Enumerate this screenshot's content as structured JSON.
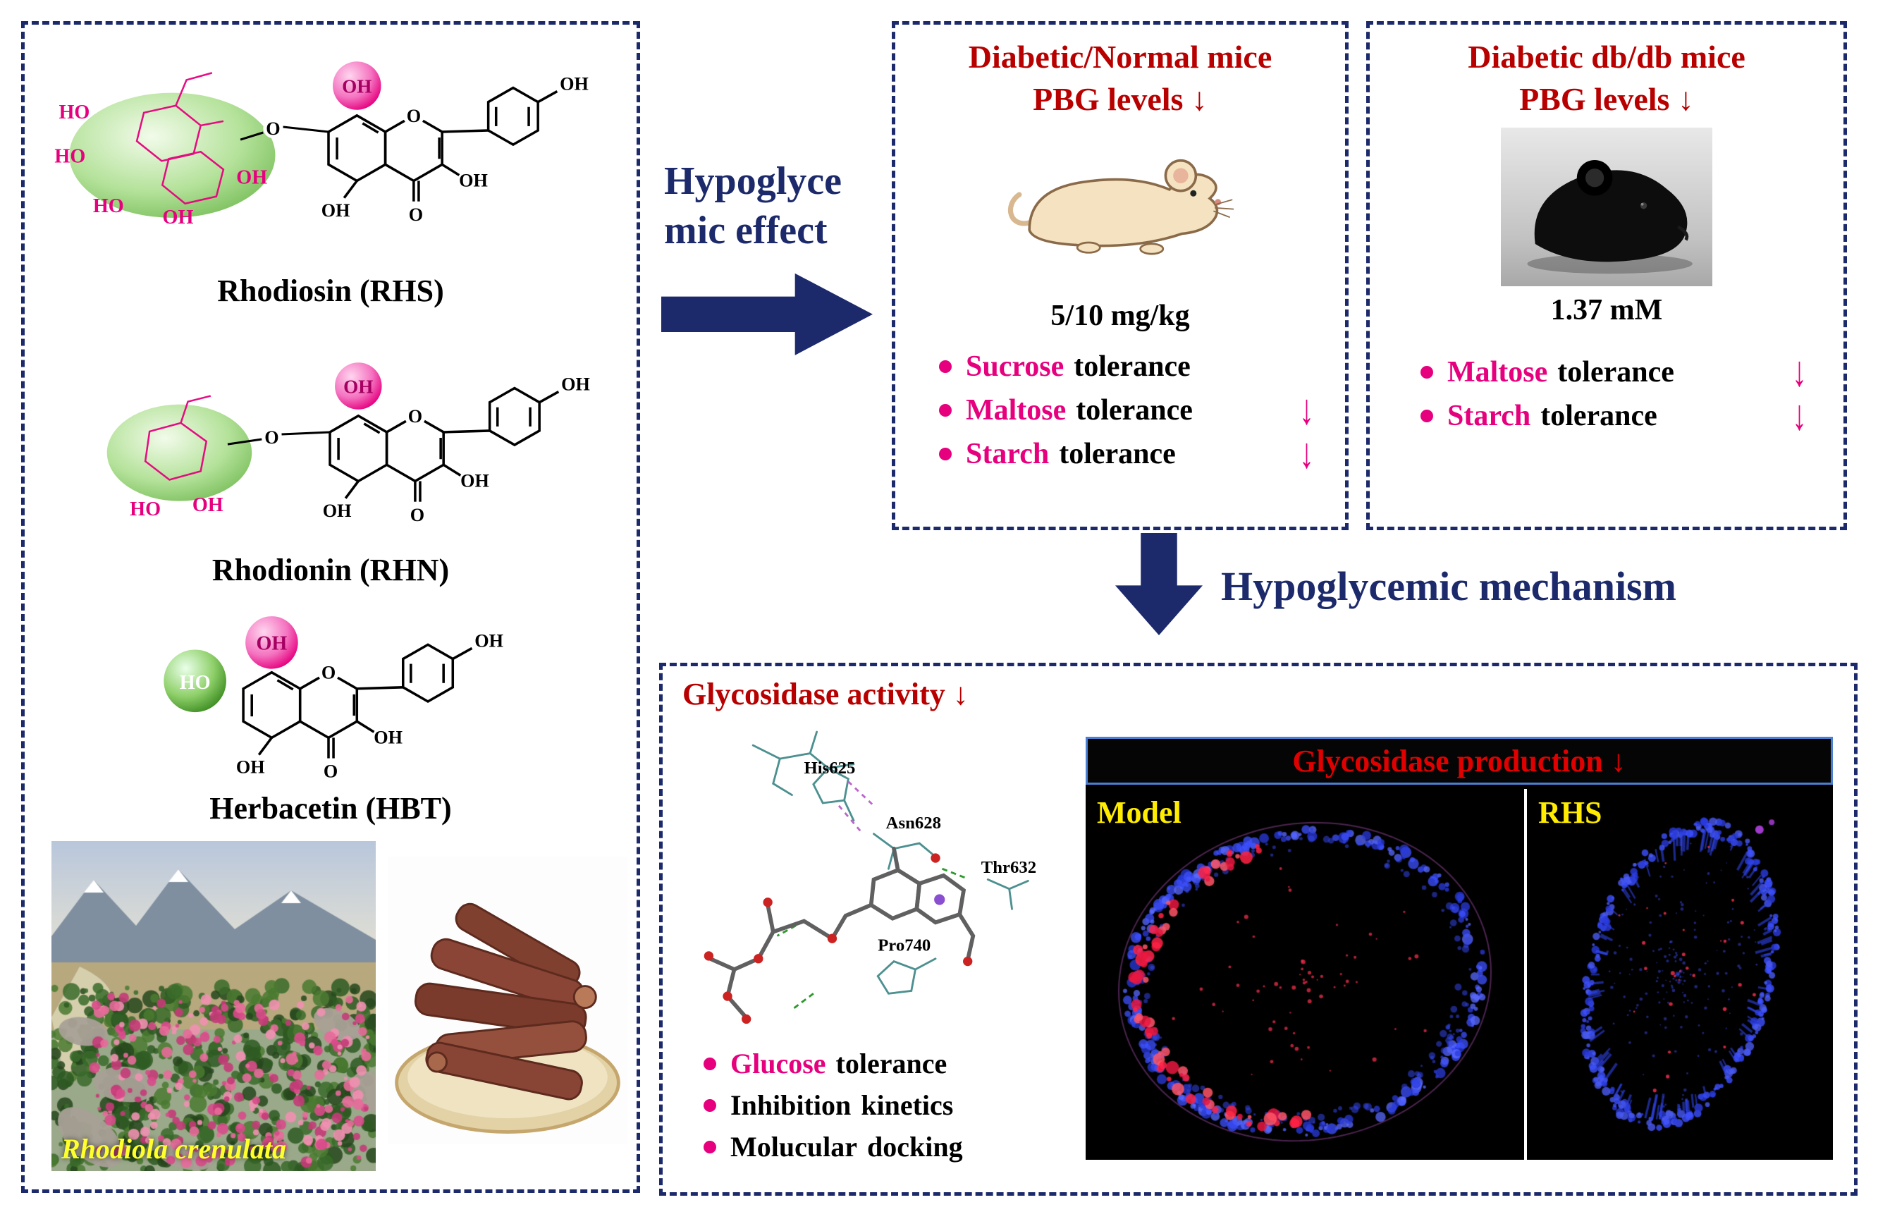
{
  "left_panel": {
    "compounds": [
      {
        "name": "Rhodiosin (RHS)"
      },
      {
        "name": "Rhodionin (RHN)"
      },
      {
        "name": "Herbacetin (HBT)"
      }
    ],
    "plant_label": "Rhodiola crenulata"
  },
  "structures": {
    "skeleton": {
      "ring_o": "O",
      "c3_oh": "OH",
      "c4_o": "O",
      "c5_oh": "OH",
      "b4_oh": "OH"
    },
    "rhodiosin": {
      "sphere_oh": "OH",
      "link_o": "O",
      "sugar_labels": [
        "HO",
        "HO",
        "HO",
        "OH",
        "OH"
      ]
    },
    "rhodionin": {
      "sphere_oh": "OH",
      "link_o": "O",
      "sugar_labels": [
        "HO",
        "OH"
      ]
    },
    "herbacetin": {
      "ho_sphere": "HO",
      "oh_sphere": "OH"
    }
  },
  "effect": {
    "line1": "Hypoglyce",
    "line2": "mic effect"
  },
  "panel_normal": {
    "title_line1": "Diabetic/Normal mice",
    "title_line2": "PBG levels ↓",
    "dose": "5/10 mg/kg",
    "bullets": [
      {
        "keyword": "Sucrose",
        "rest": "tolerance",
        "arrow": ""
      },
      {
        "keyword": "Maltose",
        "rest": "tolerance",
        "arrow": "↓"
      },
      {
        "keyword": "Starch",
        "rest": "tolerance",
        "arrow": "↓"
      }
    ]
  },
  "panel_dbdb": {
    "title_line1": "Diabetic db/db mice",
    "title_line2": "PBG levels ↓",
    "dose": "1.37 mM",
    "bullets": [
      {
        "keyword": "Maltose",
        "rest": "tolerance",
        "arrow": "↓"
      },
      {
        "keyword": "Starch",
        "rest": "tolerance",
        "arrow": "↓"
      }
    ]
  },
  "mechanism": {
    "label": "Hypoglycemic mechanism"
  },
  "mech_panel": {
    "activity_title": "Glycosidase activity ↓",
    "residues": [
      "His625",
      "Asn628",
      "Thr632",
      "Pro740"
    ],
    "bullets": [
      {
        "keyword": "Glucose",
        "rest": "tolerance"
      },
      {
        "keyword": "Inhibition",
        "rest": "kinetics"
      },
      {
        "keyword": "Molucular",
        "rest": "docking"
      }
    ],
    "production_title": "Glycosidase production  ↓",
    "micrograph_labels": [
      "Model",
      "RHS"
    ]
  },
  "colors": {
    "navy": "#1c2a6b",
    "dark_red": "#b80000",
    "bright_red": "#e00000",
    "magenta": "#e6007e",
    "label_yellow": "#ffec00",
    "sugar_green": "#6ab54a"
  }
}
